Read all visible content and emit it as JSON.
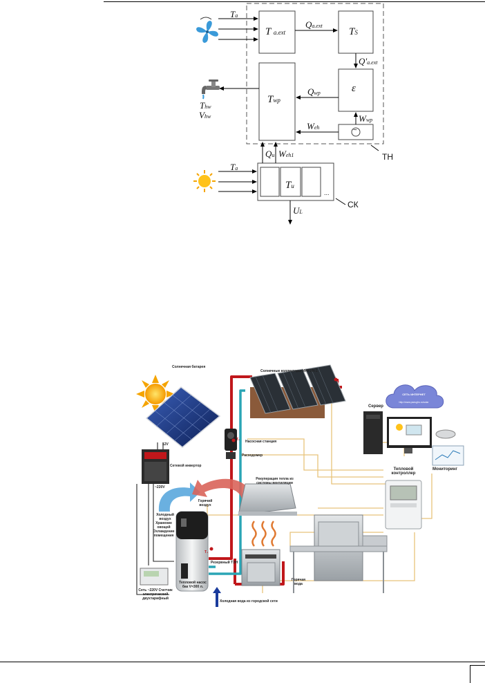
{
  "diagram1": {
    "inputs_top": {
      "main": "T",
      "sub": "a"
    },
    "box_t_aext": {
      "main": "T",
      "sub": "a.ext"
    },
    "box_ts": {
      "main": "T",
      "sub": "S"
    },
    "arrow_q_aext": {
      "main": "Q",
      "sub": "a.ext"
    },
    "arrow_q_aext_prime": {
      "main": "Q'",
      "sub": "a.ext"
    },
    "box_twp": {
      "main": "T",
      "sub": "wp"
    },
    "box_eps": "ε",
    "arrow_q_wp": {
      "main": "Q",
      "sub": "wp"
    },
    "arrow_w_wp": {
      "main": "W",
      "sub": "wp"
    },
    "arrow_w_eh": {
      "main": "W",
      "sub": "eh"
    },
    "heater_symbol": "~",
    "tap_t_hw": {
      "main": "T",
      "sub": "hw"
    },
    "tap_v_hw": {
      "main": "V",
      "sub": "hw"
    },
    "label_th": "ТН",
    "arrow_q_u": {
      "main": "Q",
      "sub": "u"
    },
    "arrow_w_eh1": {
      "main": "W",
      "sub": "eh1"
    },
    "inputs_bottom": {
      "main": "T",
      "sub": "a"
    },
    "box_tu": {
      "main": "T",
      "sub": "u"
    },
    "collector_dots": "...",
    "label_sk": "СК",
    "arrow_ul": {
      "main": "U",
      "sub": "L"
    }
  },
  "diagram2": {
    "solar_battery": "Солнечная батарея",
    "solar_collectors": "Солнечные коллекторы ИНТЭН-1",
    "pump_station": "Насосная станция",
    "flow_meter": "Расходомер",
    "grid_inverter": "Сетевой инвертор",
    "v12": "12V",
    "v220": "~220V",
    "heat_recovery": "Рекуперация тепла из системы вентиляции",
    "hot_air": "Горячий воздух",
    "cold_air": "Холодный воздух",
    "storage_cooling": "Хранение овощей Охлаждение помещения",
    "reserve_heater": "Резервный ТЭН",
    "heat_pump": "Тепловой насос бак V=300 л.",
    "hot_water": "Горячая вода",
    "cold_water": "Холодная вода из городской сети",
    "grid_meter": "Сеть ~220V Счетчик электрический двухтарифный",
    "server": "Сервер",
    "internet_title": "СЕТЬ ИНТЕРНЕТ",
    "internet_url": "http://www.pseughs.ru/solar",
    "controller": "Тепловой контроллер",
    "monitoring": "Мониторинг",
    "t1": "T₁",
    "t2": "T₂",
    "t3": "T₃"
  },
  "colors": {
    "hot_pipe": "#c0171b",
    "cold_pipe": "#2aa5b5",
    "signal": "#e8c27a",
    "dashed": "#555555",
    "cloud": "#7a86d8"
  }
}
